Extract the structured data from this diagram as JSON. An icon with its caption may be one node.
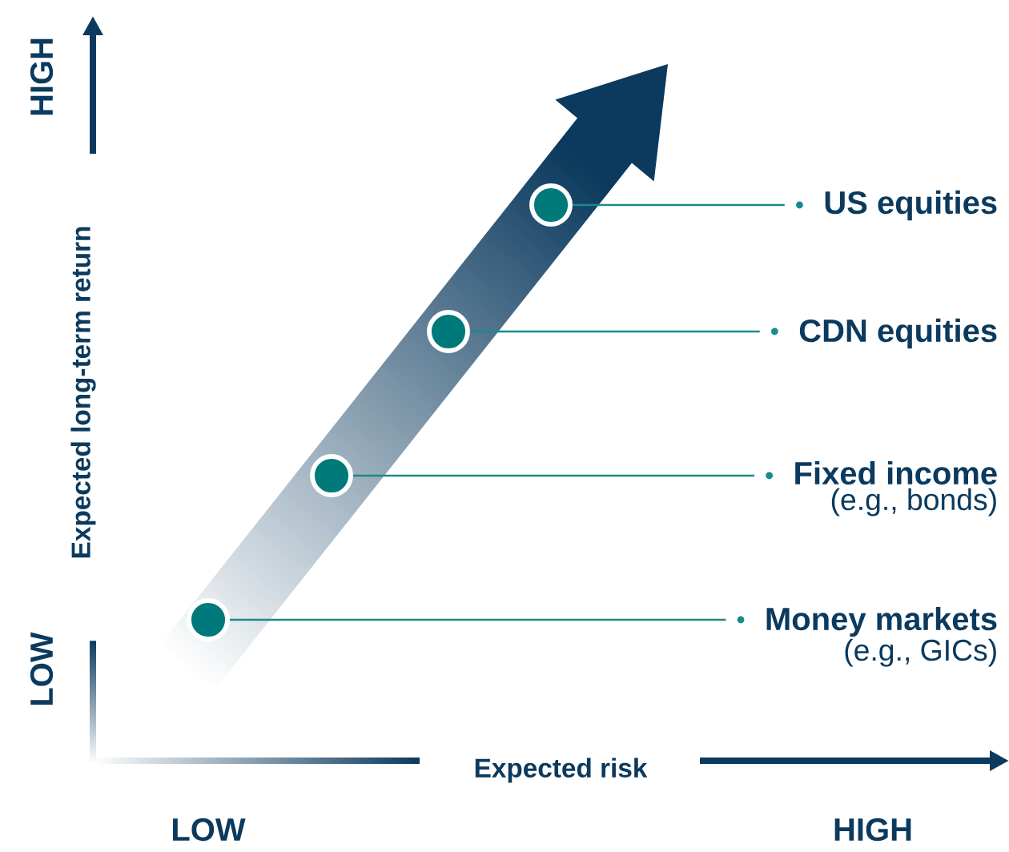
{
  "diagram": {
    "nodes": [
      {
        "text": [],
        "shape": "circle"
      },
      {
        "text": [],
        "shape": "circle"
      },
      {
        "text": [],
        "shape": "circle"
      },
      {
        "text": [],
        "shape": "circle"
      },
      {
        "text": [
          "US equities"
        ]
      },
      {
        "text": [
          "CDN equities"
        ]
      },
      {
        "text": [
          "Fixed income",
          "(e.g., bonds)"
        ]
      },
      {
        "text": [
          "Money markets",
          "(e.g., GICs)"
        ]
      }
    ],
    "edges": [
      {
        "from": 4,
        "to": 0,
        "arrow": "none"
      },
      {
        "from": 5,
        "to": 1,
        "arrow": "none"
      },
      {
        "from": 6,
        "to": 2,
        "arrow": "none"
      },
      {
        "from": 7,
        "to": 3,
        "arrow": "none"
      }
    ],
    "labels": [
      "HIGH",
      "Expected long-term return",
      "LOW",
      "Expected risk",
      "LOW",
      "HIGH"
    ]
  }
}
